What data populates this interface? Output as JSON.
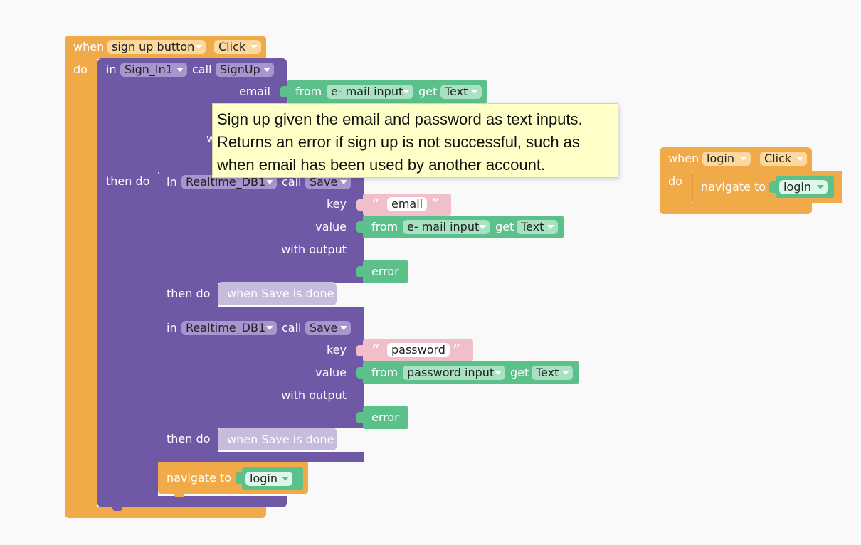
{
  "event1": {
    "when": "when",
    "component": "sign up button",
    "event": "Click",
    "do": "do"
  },
  "signin": {
    "in": "in",
    "component": "Sign_In1",
    "call": "call",
    "method": "SignUp",
    "email_param": "email",
    "password_param_partial": "w",
    "then_do": "then do",
    "email_from": "from",
    "email_comp": "e- mail input",
    "email_get": "get",
    "email_prop": "Text"
  },
  "db1": {
    "in": "in",
    "component": "Realtime_DB1",
    "call": "call",
    "method": "Save",
    "key_label": "key",
    "key_value": "email",
    "value_label": "value",
    "from": "from",
    "value_comp": "e- mail input",
    "get": "get",
    "value_prop": "Text",
    "with_output": "with output",
    "output": "error",
    "then_do": "then do",
    "done": "when Save is done"
  },
  "db2": {
    "in": "in",
    "component": "Realtime_DB1",
    "call": "call",
    "method": "Save",
    "key_label": "key",
    "key_value": "password",
    "value_label": "value",
    "from": "from",
    "value_comp": "password input",
    "get": "get",
    "value_prop": "Text",
    "with_output": "with output",
    "output": "error",
    "then_do": "then do",
    "done": "when Save is done"
  },
  "nav1": {
    "label": "navigate to",
    "target": "login"
  },
  "event2": {
    "when": "when",
    "component": "login",
    "event": "Click",
    "do": "do",
    "nav_label": "navigate to",
    "nav_target": "login"
  },
  "tooltip": {
    "line1": "Sign up given the email and password as text inputs.",
    "line2": "Returns an error if sign up is not successful, such as",
    "line3": "when email has been used by another account."
  },
  "quotes": {
    "open": "“",
    "close": "”"
  },
  "colors": {
    "event": "#f0aa47",
    "component": "#6f58a6",
    "getter": "#5cc08a",
    "text": "#f1bfc9",
    "tooltip": "#ffffc8"
  }
}
